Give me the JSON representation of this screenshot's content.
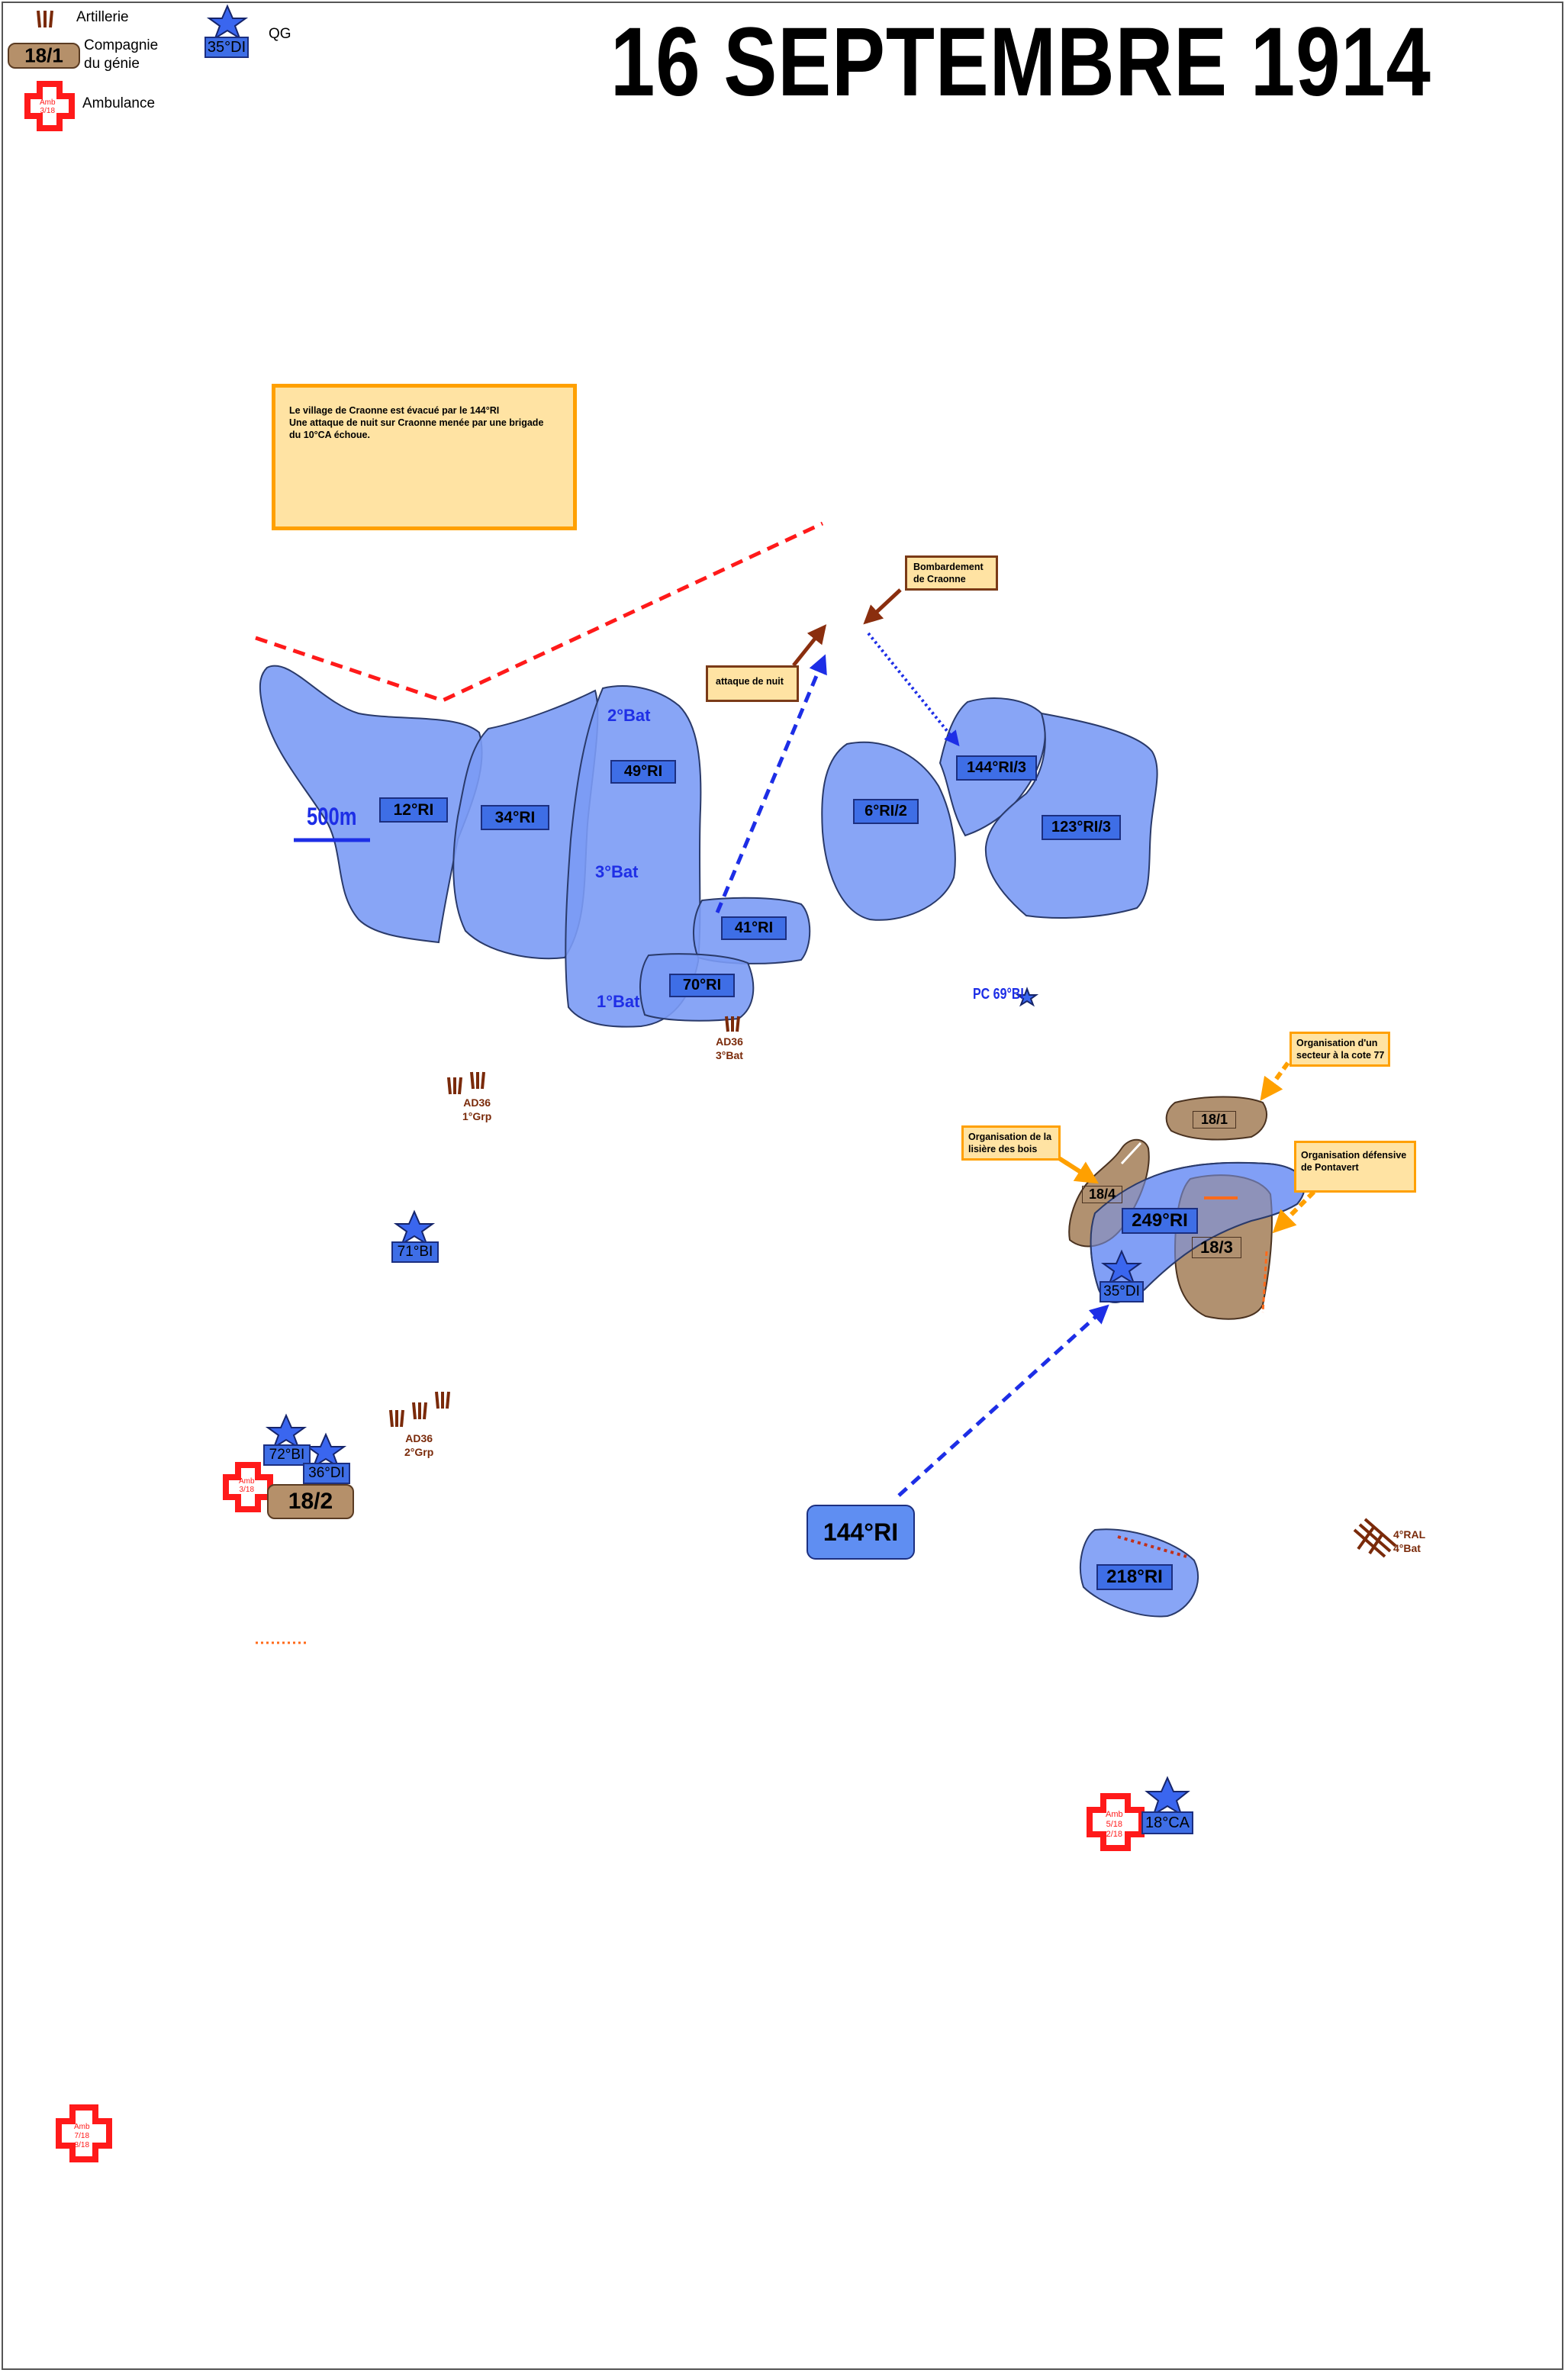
{
  "title": "16 SEPTEMBRE 1914",
  "legend": {
    "artillery": "Artillerie",
    "genie_sample": "18/1",
    "genie": "Compagnie\ndu génie",
    "ambulance_sample": "Amb\n3/18",
    "ambulance": "Ambulance",
    "qg_sample": "35°DI",
    "qg": "QG"
  },
  "scale": "500m",
  "notes": {
    "craonne": "Le village de Craonne est évacué par le 144°RI\nUne attaque de nuit sur Craonne menée par une brigade\ndu 10°CA échoue.",
    "bombardement": "Bombardement\nde Craonne",
    "attaque": "attaque de nuit",
    "cote77": "Organisation d'un\nsecteur à la cote 77",
    "lisiere": "Organisation de la\nlisière des bois",
    "pontavert": "Organisation défensive\nde Pontavert"
  },
  "units": {
    "ri12": "12°RI",
    "ri34": "34°RI",
    "ri49": "49°RI",
    "ri41": "41°RI",
    "ri70": "70°RI",
    "ri6": "6°RI/2",
    "ri144_3": "144°RI/3",
    "ri123": "123°RI/3",
    "ri249": "249°RI",
    "ri218": "218°RI",
    "ri144": "144°RI"
  },
  "battalions": {
    "b2": "2°Bat",
    "b3": "3°Bat",
    "b1": "1°Bat"
  },
  "hq": {
    "bi71": "71°BI",
    "bi72": "72°BI",
    "di36": "36°DI",
    "di35": "35°DI",
    "ca18": "18°CA",
    "pc69": "PC 69°BI"
  },
  "genie": {
    "g18_1": "18/1",
    "g18_4": "18/4",
    "g18_3": "18/3",
    "g18_2": "18/2"
  },
  "artillery": {
    "ad36_3": "AD36\n3°Bat",
    "ad36_1": "AD36\n1°Grp",
    "ad36_2": "AD36\n2°Grp",
    "ral4": "4°RAL\n4°Bat"
  },
  "ambulances": {
    "a1": "Amb\n3/18",
    "a2": "Amb\n5/18\n2/18",
    "a3": "Amb\n7/18\n8/18"
  },
  "colors": {
    "unit_zone": "#7b9bf5",
    "unit_box": "#3e6ee6",
    "friendly_arrow": "#1d2ee6",
    "front_line": "#ff1a1a",
    "artillery": "#7a2a0a",
    "genie": "#b5906a",
    "note_fill": "#ffe3a3",
    "note_border_orange": "#ffa000",
    "ambulance": "#ff1a1a"
  }
}
